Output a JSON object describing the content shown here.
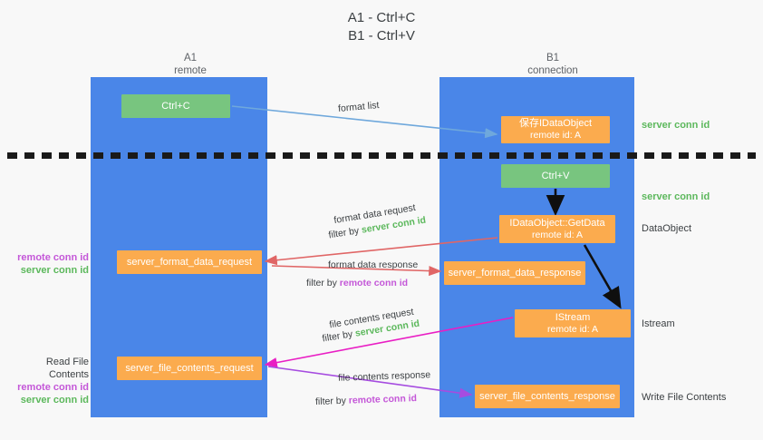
{
  "title": {
    "line1": "A1 - Ctrl+C",
    "line2": "B1 - Ctrl+V"
  },
  "columns": [
    {
      "name": "A1",
      "sub": "remote"
    },
    {
      "name": "B1",
      "sub": "connection"
    }
  ],
  "boxes": {
    "ctrl_c": {
      "label": "Ctrl+C",
      "color": "#78c57f"
    },
    "idataobject": {
      "line1": "保存IDataObject",
      "line2": "remote id: A",
      "color": "#fbab4e"
    },
    "ctrl_v": {
      "label": "Ctrl+V",
      "color": "#78c57f"
    },
    "getdata": {
      "line1": "IDataObject::GetData",
      "line2": "remote id: A",
      "color": "#fbab4e"
    },
    "server_format_data_request": {
      "label": "server_format_data_request",
      "color": "#fbab4e"
    },
    "server_format_data_response": {
      "label": "server_format_data_response",
      "color": "#fbab4e"
    },
    "istream": {
      "line1": "IStream",
      "line2": "remote id: A",
      "color": "#fbab4e"
    },
    "server_file_contents_request": {
      "label": "server_file_contents_request",
      "color": "#fbab4e"
    },
    "server_file_contents_response": {
      "label": "server_file_contents_response",
      "color": "#fbab4e"
    }
  },
  "edges": {
    "format_list": "format list",
    "format_data_request": "format data request",
    "format_data_request_filter_prefix": "filter by ",
    "format_data_request_filter_key": "server conn id",
    "format_data_response": "format data response",
    "format_data_response_filter_prefix": "filter by ",
    "format_data_response_filter_key": "remote conn id",
    "file_contents_request": "file contents request",
    "file_contents_request_filter_prefix": "filter by ",
    "file_contents_request_filter_key": "server conn id",
    "file_contents_response": "file contents response",
    "file_contents_response_filter_prefix": "filter by ",
    "file_contents_response_filter_key": "remote conn id"
  },
  "right_labels": {
    "server_conn_id_top": "server conn id",
    "server_conn_id_mid": "server conn id",
    "dataobject": "DataObject",
    "istream": "Istream",
    "write_file_contents": "Write File Contents"
  },
  "left_labels": {
    "remote_conn_id_1": "remote conn id",
    "server_conn_id_1": "server conn id",
    "read_file_contents": "Read File Contents",
    "remote_conn_id_2": "remote conn id",
    "server_conn_id_2": "server conn id"
  },
  "colors": {
    "lane": "#4a86e8",
    "green_box": "#78c57f",
    "orange_box": "#fbab4e",
    "green_text": "#5cb85c",
    "purple_text": "#c457d8",
    "arrow_blue": "#6fa8dc",
    "arrow_red": "#e06666",
    "arrow_magenta": "#e91ec4",
    "arrow_purple": "#a64ce0",
    "arrow_black": "#0f0f0f",
    "background": "#f8f8f8",
    "dash_line": "#1a1a1a"
  }
}
